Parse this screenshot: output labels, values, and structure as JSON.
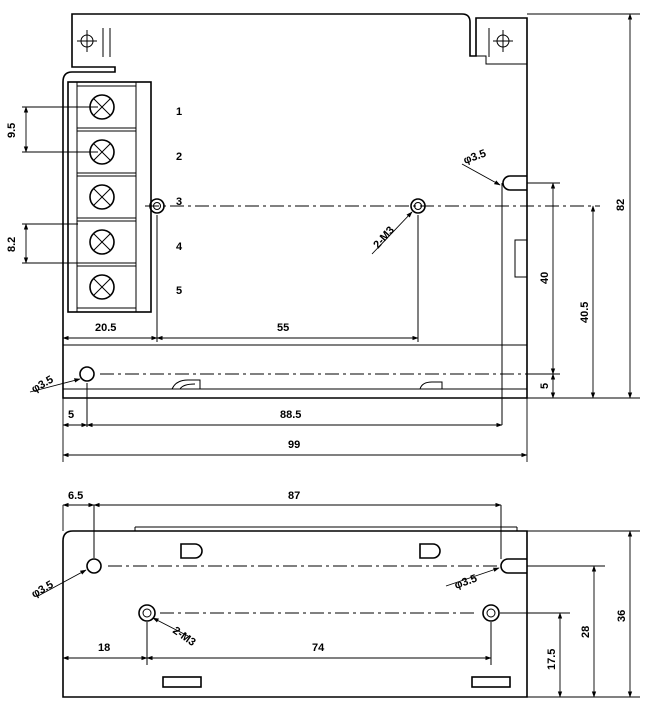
{
  "top_view": {
    "terminal_numbers": [
      "1",
      "2",
      "3",
      "4",
      "5"
    ],
    "dims": {
      "pitch_a": "9.5",
      "pitch_b": "8.2",
      "width_left": "20.5",
      "hole_span": "55",
      "edge_offset": "5",
      "hole_pitch": "88.5",
      "total_width": "99",
      "total_height": "82",
      "hole_height_a": "40",
      "hole_height_b": "40.5",
      "bottom_margin": "5"
    },
    "callouts": {
      "hole_right": "φ3.5",
      "hole_left": "φ3.5",
      "screw": "2-M3"
    }
  },
  "bottom_view": {
    "dims": {
      "edge_offset": "6.5",
      "hole_pitch": "87",
      "screw_offset": "18",
      "screw_span": "74",
      "screw_height": "17.5",
      "hole_height": "28",
      "total_height": "36"
    },
    "callouts": {
      "hole_left": "φ3.5",
      "hole_right": "φ3.5",
      "screw": "2-M3"
    }
  }
}
